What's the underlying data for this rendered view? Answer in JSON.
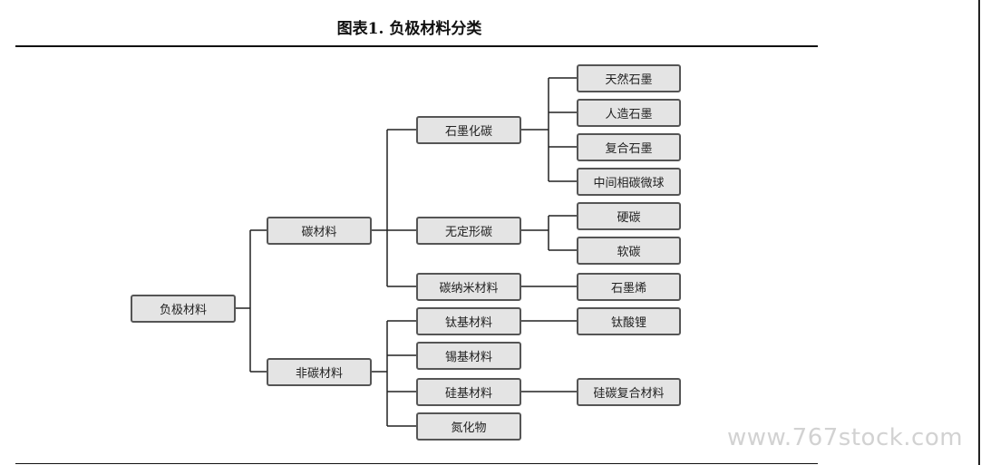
{
  "figure": {
    "title": "图表1. 负极材料分类",
    "watermark": "www.767stock.com"
  },
  "tree": {
    "root": "负极材料",
    "level1": [
      "碳材料",
      "非碳材料"
    ],
    "carbon_children": [
      "石墨化碳",
      "无定形碳",
      "碳纳米材料"
    ],
    "graphitized_children": [
      "天然石墨",
      "人造石墨",
      "复合石墨",
      "中间相碳微球"
    ],
    "amorphous_children": [
      "硬碳",
      "软碳"
    ],
    "nano_children": [
      "石墨烯"
    ],
    "noncarbon_children": [
      "钛基材料",
      "锡基材料",
      "硅基材料",
      "氮化物"
    ],
    "titanium_children": [
      "钛酸锂"
    ],
    "silicon_children": [
      "硅碳复合材料"
    ]
  }
}
